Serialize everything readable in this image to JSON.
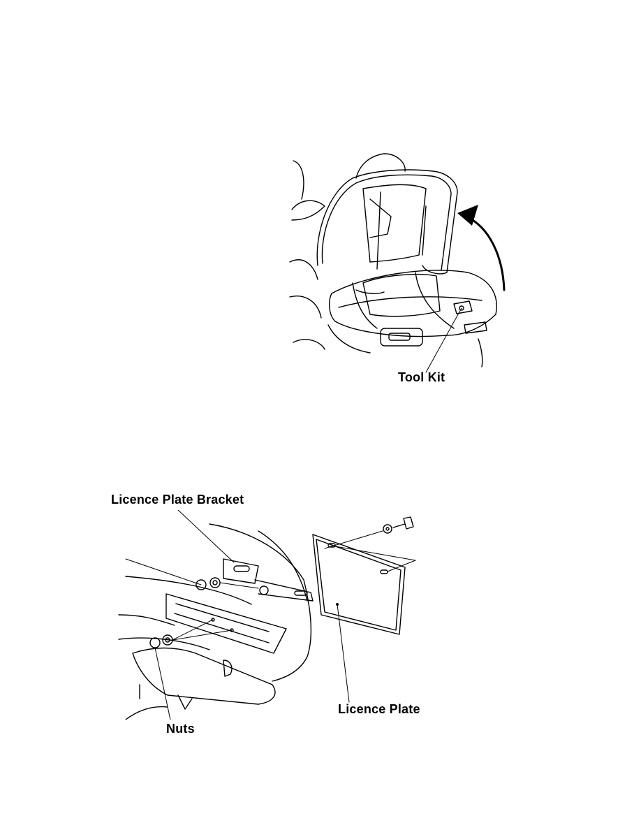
{
  "figure1": {
    "label_tool_kit": "Tool Kit"
  },
  "figure2": {
    "label_bracket": "Licence Plate Bracket",
    "label_plate": "Licence Plate",
    "label_nuts": "Nuts"
  }
}
